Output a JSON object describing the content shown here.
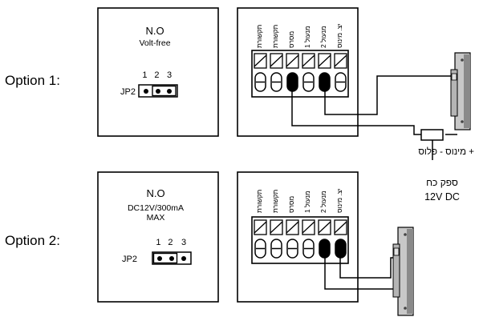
{
  "options": [
    {
      "label": "Option 1:",
      "jumper_title": "N.O",
      "jumper_spec": [
        "Volt-free"
      ],
      "jp_label": "JP2",
      "pin_numbers": [
        "1",
        "2",
        "3"
      ],
      "terminals": [
        "תקשורת",
        "תקשורת",
        "מסרס",
        "מנעול 1",
        "מנעול 2",
        "יצ. מינוס"
      ]
    },
    {
      "label": "Option 2:",
      "jumper_title": "N.O",
      "jumper_spec": [
        "DC12V/300mA",
        "MAX"
      ],
      "jp_label": "JP2",
      "pin_numbers": [
        "1",
        "2",
        "3"
      ],
      "terminals": [
        "תקשורת",
        "תקשורת",
        "מסרס",
        "מנעול 1",
        "מנעול 2",
        "יצ. מינוס"
      ]
    }
  ],
  "power_supply": {
    "polarity_label": "מינוס - פלוס +",
    "name": "ספק כח",
    "voltage": "12V DC"
  }
}
